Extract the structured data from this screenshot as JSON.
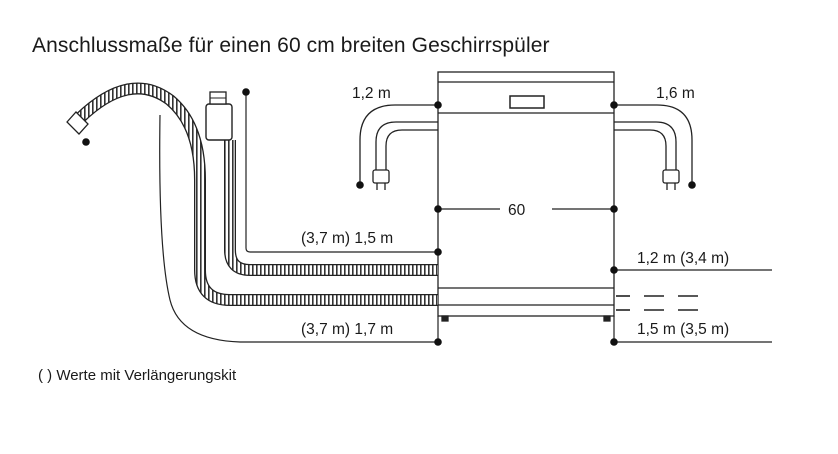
{
  "title": "Anschlussmaße für einen 60 cm breiten Geschirrspüler",
  "footnote": "( ) Werte mit Verlängerungskit",
  "labels": {
    "power_left": "1,2 m",
    "power_right": "1,6 m",
    "width": "60",
    "water_supply": "(3,7 m) 1,5 m",
    "drain_left": "(3,7 m) 1,7 m",
    "right_upper": "1,2 m (3,4 m)",
    "right_lower": "1,5 m (3,5 m)"
  }
}
